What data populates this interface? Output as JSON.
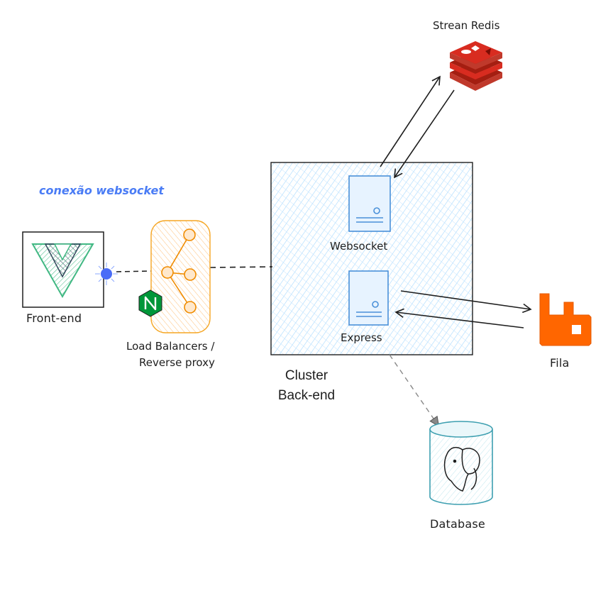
{
  "diagram": {
    "note_websocket": "conexão websocket",
    "frontend_label": "Front-end",
    "lb_label_line1": "Load Balancers /",
    "lb_label_line2": "Reverse proxy",
    "cluster_label_line1": "Cluster",
    "cluster_label_line2": "Back-end",
    "websocket_label": "Websocket",
    "express_label": "Express",
    "redis_label": "Strean Redis",
    "queue_label": "Fila",
    "database_label": "Database"
  },
  "colors": {
    "note": "#4a7cf5",
    "cluster_fill": "#a5d8ff",
    "cluster_stroke": "#1e1e1e",
    "server_stroke": "#4a90d9",
    "lb_fill": "#ffd8a8",
    "lb_stroke": "#f08c00",
    "redis": "#c0392b",
    "rabbitmq": "#ff6600",
    "database_stroke": "#3d9fb0",
    "vue_green": "#41b883",
    "vue_dark": "#35495e",
    "nginx_green": "#009639",
    "dot": "#4a6cf7"
  },
  "icons": [
    "vue-logo-icon",
    "nginx-icon",
    "network-tree-icon",
    "server-icon",
    "redis-icon",
    "rabbitmq-icon",
    "postgres-elephant-icon",
    "connection-dot-icon"
  ]
}
